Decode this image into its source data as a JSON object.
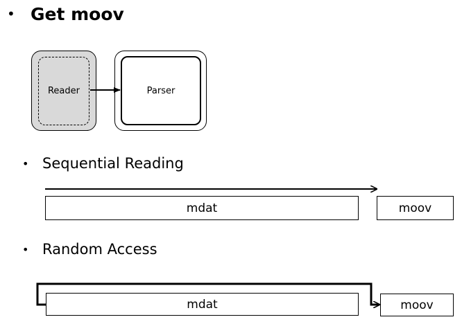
{
  "title": {
    "bullet": "•",
    "text": "Get moov"
  },
  "diagram": {
    "reader_label": "Reader",
    "parser_label": "Parser",
    "reader_fill": "#d9d9d9",
    "parser_fill": "#ffffff"
  },
  "sequential": {
    "bullet": "•",
    "heading": "Sequential Reading",
    "mdat_label": "mdat",
    "moov_label": "moov"
  },
  "random": {
    "bullet": "•",
    "heading": "Random Access",
    "mdat_label": "mdat",
    "moov_label": "moov"
  }
}
